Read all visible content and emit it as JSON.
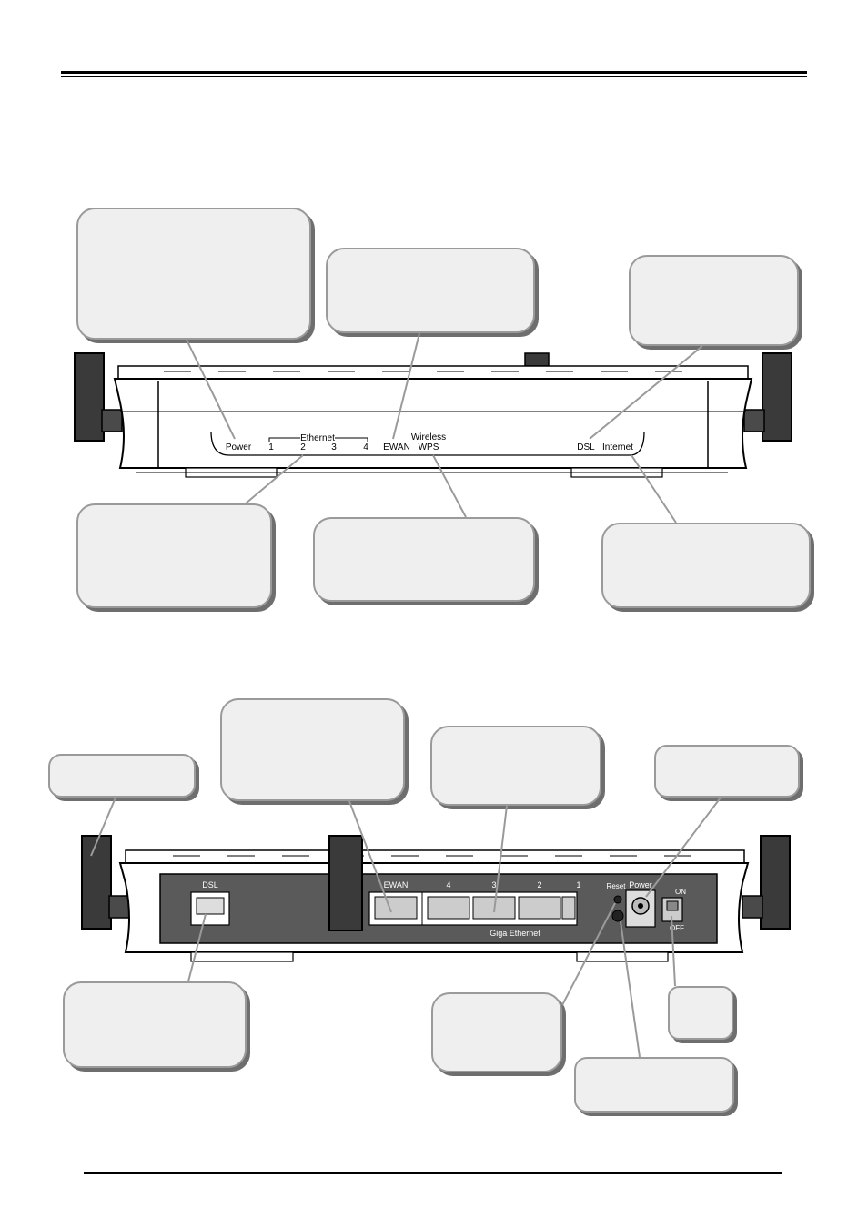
{
  "front_panel": {
    "led_labels": {
      "power": "Power",
      "ethernet_group": "Ethernet",
      "eth1": "1",
      "eth2": "2",
      "eth3": "3",
      "eth4": "4",
      "ewan": "EWAN",
      "wireless": "Wireless",
      "wps": "WPS",
      "dsl": "DSL",
      "internet": "Internet"
    }
  },
  "rear_panel": {
    "port_labels": {
      "dsl": "DSL",
      "ewan": "EWAN",
      "lan4": "4",
      "lan3": "3",
      "lan2": "2",
      "lan1": "1",
      "giga_ethernet": "Giga Ethernet",
      "reset": "Reset",
      "power": "Power",
      "on": "ON",
      "off": "OFF"
    }
  },
  "colors": {
    "callout_fill": "#efefef",
    "callout_border": "#9a9a9a",
    "leader_line": "#9a9a9a",
    "device_dark": "#3a3a3a",
    "panel_dark": "#5a5a5a"
  }
}
